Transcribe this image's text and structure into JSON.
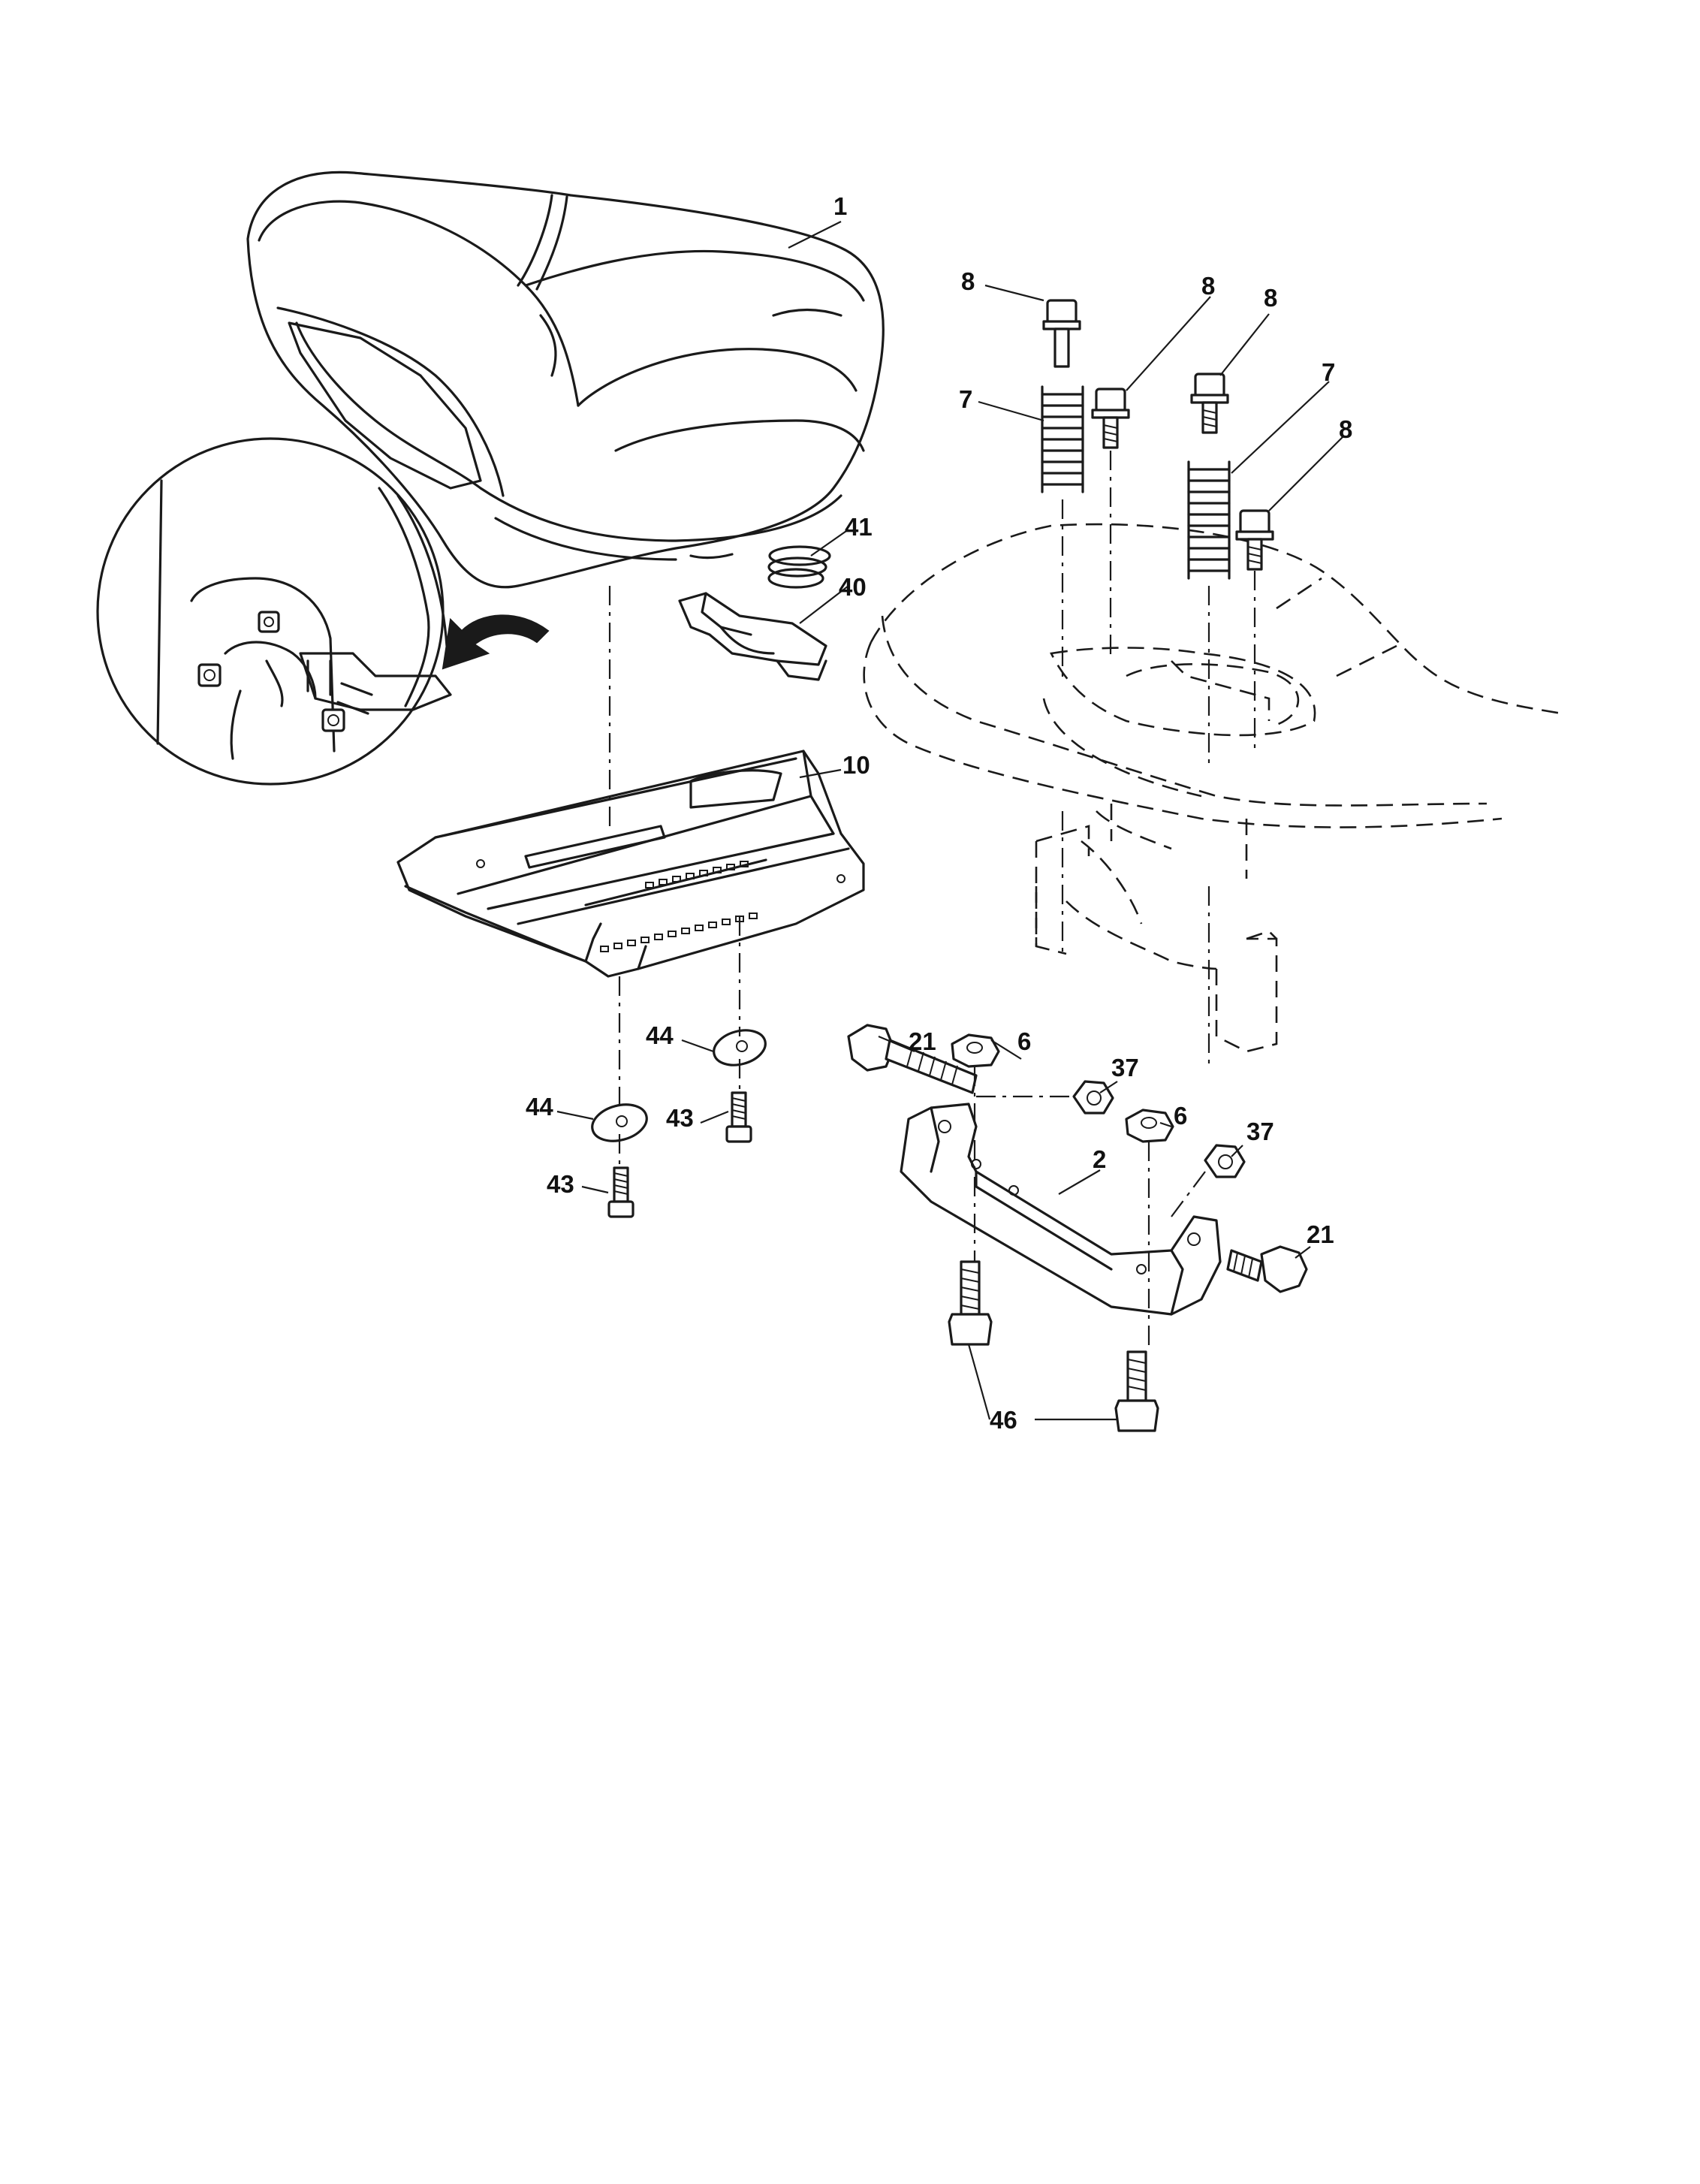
{
  "callouts": {
    "c1": "1",
    "c2": "2",
    "c6a": "6",
    "c6b": "6",
    "c7a": "7",
    "c7b": "7",
    "c8a": "8",
    "c8b": "8",
    "c8c": "8",
    "c8d": "8",
    "c10": "10",
    "c21a": "21",
    "c21b": "21",
    "c37a": "37",
    "c37b": "37",
    "c40": "40",
    "c41": "41",
    "c43a": "43",
    "c43b": "43",
    "c44a": "44",
    "c44b": "44",
    "c46": "46"
  },
  "icons": {
    "detail_arrow": "curved-arrow-icon"
  }
}
